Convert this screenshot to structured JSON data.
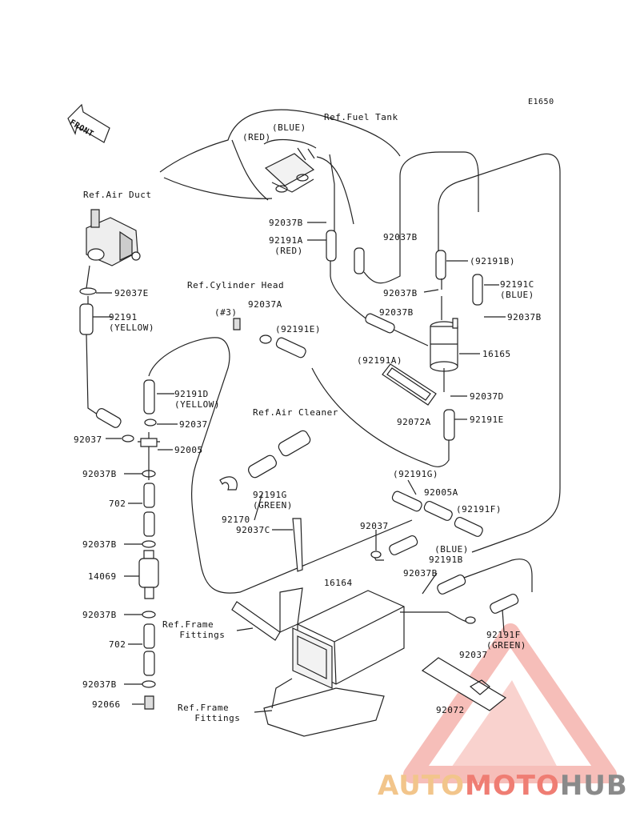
{
  "diagram_id": "E1650",
  "front_arrow": "FRONT",
  "refs": {
    "fuel_tank": "Ref.Fuel Tank",
    "air_duct": "Ref.Air Duct",
    "cylinder_head": "Ref.Cylinder Head",
    "air_cleaner": "Ref.Air Cleaner",
    "frame_fittings_1": "Ref.Frame\n   Fittings",
    "frame_fittings_2": "Ref.Frame\n   Fittings"
  },
  "colors_notes": {
    "red_top": "(RED)",
    "blue_top": "(BLUE)"
  },
  "labels": [
    {
      "id": "p92037B_a",
      "text": "92037B"
    },
    {
      "id": "p92191A_red",
      "text": "92191A\n (RED)"
    },
    {
      "id": "p92037B_b",
      "text": "92037B"
    },
    {
      "id": "p92191B",
      "text": "(92191B)"
    },
    {
      "id": "p92037B_c",
      "text": "92037B"
    },
    {
      "id": "p92191C_blue",
      "text": "92191C\n(BLUE)"
    },
    {
      "id": "p92037B_d",
      "text": "92037B"
    },
    {
      "id": "p92037B_e",
      "text": "92037B"
    },
    {
      "id": "p92191A_paren",
      "text": "(92191A)"
    },
    {
      "id": "p16165",
      "text": "16165"
    },
    {
      "id": "p92037D",
      "text": "92037D"
    },
    {
      "id": "p92072A",
      "text": "92072A"
    },
    {
      "id": "p92191E",
      "text": "92191E"
    },
    {
      "id": "p92037E",
      "text": "92037E"
    },
    {
      "id": "p92191_yellow",
      "text": "92191\n(YELLOW)"
    },
    {
      "id": "p3",
      "text": "(#3)"
    },
    {
      "id": "p92037A",
      "text": "92037A"
    },
    {
      "id": "p92191E_paren",
      "text": "(92191E)"
    },
    {
      "id": "p92191D_yellow",
      "text": "92191D\n(YELLOW)"
    },
    {
      "id": "p92037_a",
      "text": "92037"
    },
    {
      "id": "p92037_b",
      "text": "92037"
    },
    {
      "id": "p92005",
      "text": "92005"
    },
    {
      "id": "p92037B_f",
      "text": "92037B"
    },
    {
      "id": "p702_a",
      "text": "702"
    },
    {
      "id": "p92037B_g",
      "text": "92037B"
    },
    {
      "id": "p14069",
      "text": "14069"
    },
    {
      "id": "p92037B_h",
      "text": "92037B"
    },
    {
      "id": "p702_b",
      "text": "702"
    },
    {
      "id": "p92037B_i",
      "text": "92037B"
    },
    {
      "id": "p92066",
      "text": "92066"
    },
    {
      "id": "p92191G_green",
      "text": "92191G\n(GREEN)"
    },
    {
      "id": "p92170",
      "text": "92170"
    },
    {
      "id": "p92037C",
      "text": "92037C"
    },
    {
      "id": "p92191G_paren",
      "text": "(92191G)"
    },
    {
      "id": "p92005A",
      "text": "92005A"
    },
    {
      "id": "p92191F_paren",
      "text": "(92191F)"
    },
    {
      "id": "p92037_c",
      "text": "92037"
    },
    {
      "id": "p92191B_blue",
      "text": " (BLUE)\n92191B"
    },
    {
      "id": "p92037B_j",
      "text": "92037B"
    },
    {
      "id": "p16164",
      "text": "16164"
    },
    {
      "id": "p92191F_green",
      "text": "92191F\n(GREEN)"
    },
    {
      "id": "p92037_d",
      "text": "92037"
    },
    {
      "id": "p92072",
      "text": "92072"
    }
  ],
  "watermark": {
    "part1": "AUTO",
    "part2": "MOTO",
    "part3": "HUB"
  }
}
